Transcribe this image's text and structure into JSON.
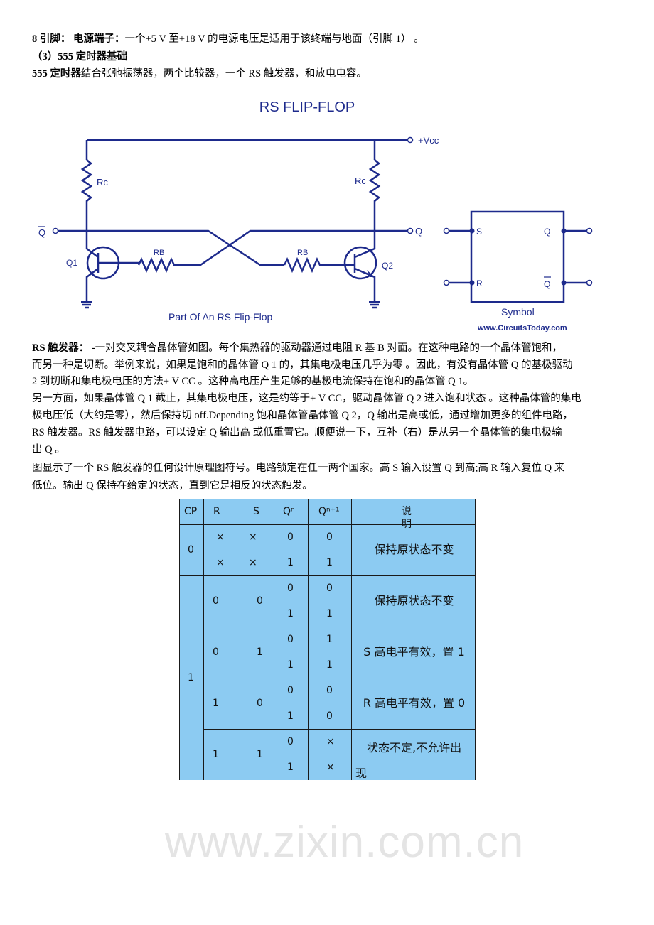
{
  "text": {
    "l1_bold": "8 引脚： 电源端子：",
    "l1": "一个+5 V 至+18 V 的电源电压是适用于该终端与地面（引脚 1）  。",
    "l2_bold": "（3）555 定时器基础",
    "l3_bold": "555 定时器",
    "l3": "结合张弛振荡器，两个比较器，一个 RS 触发器，和放电电容。",
    "p1_bold": "RS 触发器：",
    "p1_l1": " -一对交叉耦合晶体管如图。每个集热器的驱动器通过电阻 R 基 B 对面。在这种电路的一个晶体管饱和，",
    "p1_l2": "而另一种是切断。举例来说，如果是饱和的晶体管 Q 1 的，其集电极电压几乎为零 。因此，有没有晶体管 Q 的基极驱动",
    "p1_l3": " 2 到切断和集电极电压的方法+ V CC  。这种高电压产生足够的基极电流保持在饱和的晶体管 Q 1。",
    "p2_l1": "另一方面，如果晶体管 Q 1 截止，其集电极电压，这是约等于+ V CC，驱动晶体管 Q 2 进入饱和状态 。这种晶体管的集电",
    "p2_l2": "极电压低（大约是零），然后保持切 off.Depending 饱和晶体管晶体管 Q 2，Q 输出是高或低，通过增加更多的组件电路，",
    "p2_l3": " RS 触发器。RS 触发器电路，可以设定 Q 输出高 或低重置它。顺便说一下，互补（右）是从另一个晶体管的集电极输",
    "p2_l4": "出 Q  。",
    "p3_l1": "图显示了一个 RS 触发器的任何设计原理图符号。电路锁定在任一两个国家。高 S 输入设置 Q 到高;高 R 输入复位 Q 来",
    "p3_l2": "低位。输出 Q 保持在给定的状态，直到它是相反的状态触发。"
  },
  "watermark": "www.zixin.com.cn",
  "figure": {
    "title": "RS FLIP-FLOP",
    "vcc": "+Vcc",
    "rc_left": "Rc",
    "rc_right": "Rc",
    "rb_left": "RB",
    "rb_right": "RB",
    "q1": "Q1",
    "q2": "Q2",
    "qbar": "Q",
    "q": "Q",
    "caption": "Part Of An RS Flip-Flop",
    "symbol_s": "S",
    "symbol_r": "R",
    "symbol_q": "Q",
    "symbol_qbar": "Q",
    "symbol_caption": "Symbol",
    "site": "www.CircuitsToday.com",
    "wire_color": "#1d2a8c"
  },
  "table": {
    "bg_color": "#8ccbf2",
    "headers": [
      "CP",
      "R",
      "S",
      "Qⁿ",
      "Qⁿ⁺¹",
      "说明"
    ],
    "cp_groups": [
      "0",
      "1"
    ],
    "rows": [
      {
        "r": [
          "×",
          "×"
        ],
        "s": [
          "×",
          "×"
        ],
        "qn": [
          "0",
          "1"
        ],
        "qn1": [
          "0",
          "1"
        ],
        "desc": "保持原状态不变"
      },
      {
        "r": [
          "0"
        ],
        "s": [
          "0"
        ],
        "qn": [
          "0",
          "1"
        ],
        "qn1": [
          "0",
          "1"
        ],
        "desc": "保持原状态不变"
      },
      {
        "r": [
          "0"
        ],
        "s": [
          "1"
        ],
        "qn": [
          "0",
          "1"
        ],
        "qn1": [
          "1",
          "1"
        ],
        "desc": "S 高电平有效，置 1"
      },
      {
        "r": [
          "1"
        ],
        "s": [
          "0"
        ],
        "qn": [
          "0",
          "1"
        ],
        "qn1": [
          "0",
          "0"
        ],
        "desc": "R 高电平有效，置 0"
      },
      {
        "r": [
          "1"
        ],
        "s": [
          "1"
        ],
        "qn": [
          "0",
          "1"
        ],
        "qn1": [
          "×",
          "×"
        ],
        "desc": "状态不定,不允许出现"
      }
    ]
  }
}
